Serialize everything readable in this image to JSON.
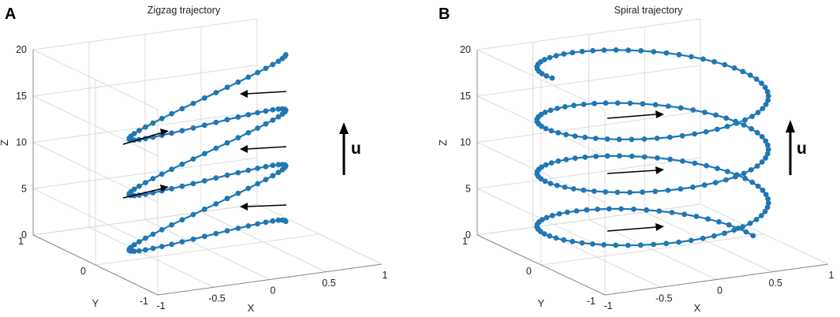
{
  "colors": {
    "series": "#1f77b4",
    "grid": "#dcdcdc",
    "axes": "#8a8a8a",
    "arrows": "#000000"
  },
  "chart_data": [
    {
      "panel_label": "A",
      "type": "scatter",
      "subtype": "3d-line-with-markers",
      "title": "Zigzag trajectory",
      "xlabel": "X",
      "ylabel": "Y",
      "zlabel": "Z",
      "xlim": [
        -1,
        1
      ],
      "ylim": [
        -1,
        1
      ],
      "zlim": [
        0,
        20
      ],
      "x_ticks": [
        "-1",
        "-0.5",
        "0",
        "0.5",
        "1"
      ],
      "y_ticks": [
        "1",
        "0",
        "-1"
      ],
      "z_ticks": [
        "0",
        "5",
        "10",
        "15",
        "20"
      ],
      "grid": true,
      "annotation": "u",
      "trajectory": "zigzag",
      "z_range": [
        0,
        18
      ],
      "num_points": 130,
      "series": [
        {
          "x": [
            -0.7,
            0.8,
            -0.9,
            0.9,
            -0.9,
            0.9,
            -0.9,
            0.9,
            -0.9,
            0.7
          ],
          "y": [
            -0.8,
            0.5,
            0.5,
            -0.5,
            0.5,
            -0.5,
            0.5,
            -0.5,
            -0.5,
            0.8
          ],
          "z": [
            0,
            1.5,
            2,
            5,
            7,
            8,
            11,
            14,
            14.5,
            18
          ]
        }
      ]
    },
    {
      "panel_label": "B",
      "type": "scatter",
      "subtype": "3d-line-with-markers",
      "title": "Spiral trajectory",
      "xlabel": "X",
      "ylabel": "Y",
      "zlabel": "Z",
      "xlim": [
        -1,
        1
      ],
      "ylim": [
        -1,
        1
      ],
      "zlim": [
        0,
        20
      ],
      "x_ticks": [
        "-1",
        "-0.5",
        "0",
        "0.5",
        "1"
      ],
      "y_ticks": [
        "1",
        "0",
        "-1"
      ],
      "z_ticks": [
        "0",
        "5",
        "10",
        "15",
        "20"
      ],
      "grid": true,
      "annotation": "u",
      "trajectory": "spiral",
      "z_range": [
        0,
        20
      ],
      "turns": 3.5,
      "num_points": 200,
      "series": [
        {
          "x": [
            0.9,
            0,
            -0.9,
            0,
            0.9,
            0,
            -0.9,
            0,
            0.9
          ],
          "y": [
            0,
            0.9,
            0,
            -0.9,
            0,
            0.9,
            0,
            -0.9,
            0
          ],
          "z": [
            0,
            1.4,
            2.9,
            4.3,
            5.7,
            7.1,
            8.6,
            10,
            11.4
          ]
        }
      ]
    }
  ]
}
